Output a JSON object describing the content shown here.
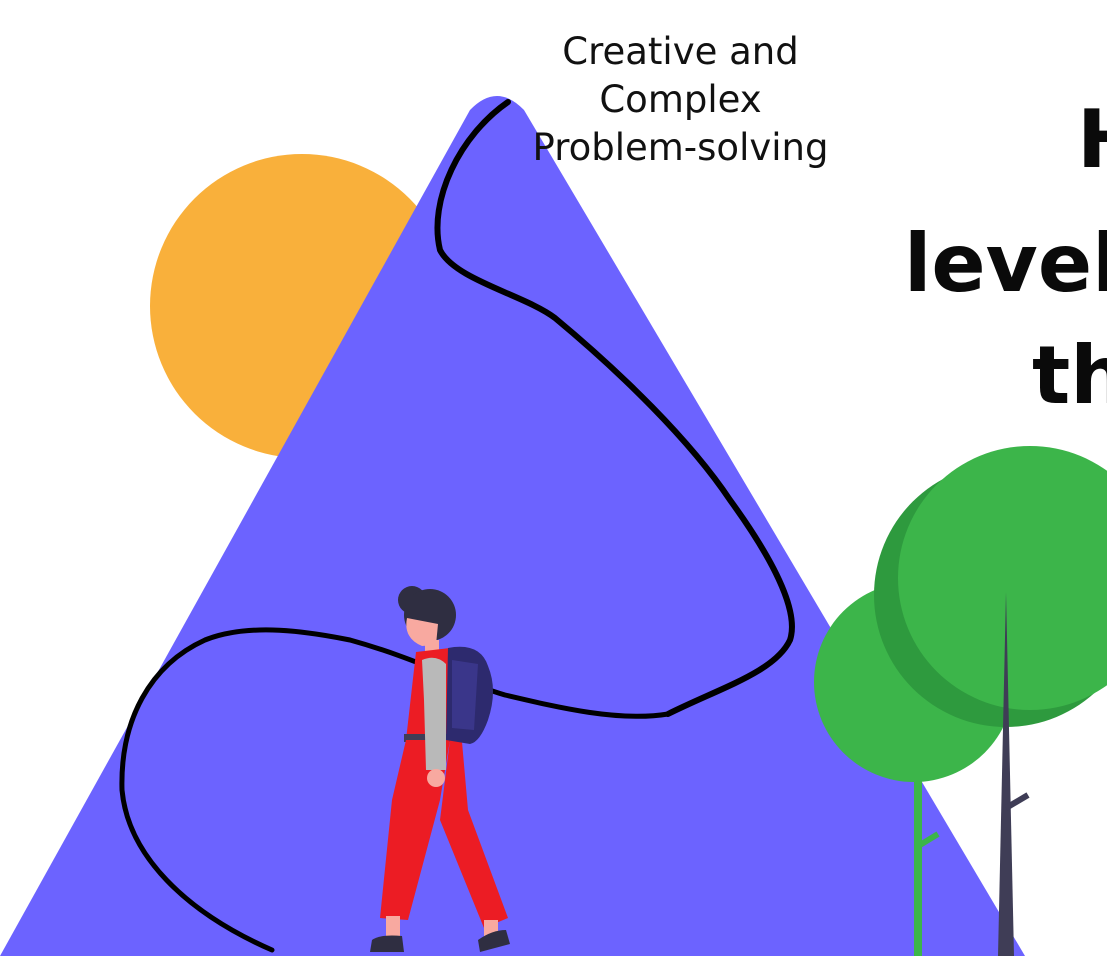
{
  "peak_label": {
    "lines": [
      "Creative and",
      "Complex",
      "Problem-solving"
    ]
  },
  "headline": {
    "lines": [
      "H",
      "level",
      "th"
    ]
  },
  "colors": {
    "mountain": "#6c63ff",
    "sun": "#f9b03b",
    "tree_light": "#3cb54a",
    "tree_dark": "#2e9a3e",
    "trunk": "#3f3d56",
    "path": "#000000",
    "outfit": "#ec1c24",
    "backpack": "#2d2a6e",
    "skin": "#f8a9a0",
    "hair": "#2f2e41",
    "sleeve": "#b9b9b9"
  },
  "icons": [
    "sun-icon",
    "mountain-icon",
    "trail-path-icon",
    "hiker-icon",
    "backpack-icon",
    "tree-icon"
  ]
}
